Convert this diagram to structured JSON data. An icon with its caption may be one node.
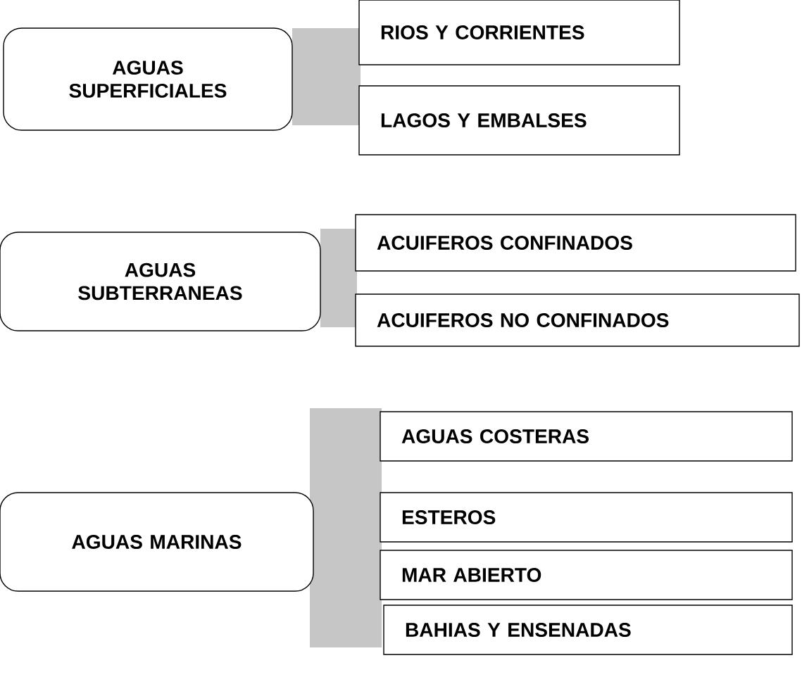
{
  "diagram": {
    "nodes": [
      {
        "text": [
          "AGUAS SUPERFICIALES"
        ]
      },
      {
        "text": [],
        "shape": "bar"
      },
      {
        "text": [
          "RIOS Y CORRIENTES"
        ]
      },
      {
        "text": [
          "LAGOS Y EMBALSES"
        ]
      },
      {
        "text": [
          "AGUAS SUBTERRANEAS"
        ]
      },
      {
        "text": [],
        "shape": "bar"
      },
      {
        "text": [
          "ACUIFEROS CONFINADOS"
        ]
      },
      {
        "text": [
          "ACUIFEROS NO CONFINADOS"
        ]
      },
      {
        "text": [
          "AGUAS MARINAS"
        ]
      },
      {
        "text": [],
        "shape": "bar"
      },
      {
        "text": [
          "AGUAS COSTERAS"
        ]
      },
      {
        "text": [
          "ESTEROS"
        ]
      },
      {
        "text": [
          "MAR ABIERTO"
        ]
      },
      {
        "text": [
          "BAHIAS Y ENSENADAS"
        ]
      }
    ]
  }
}
